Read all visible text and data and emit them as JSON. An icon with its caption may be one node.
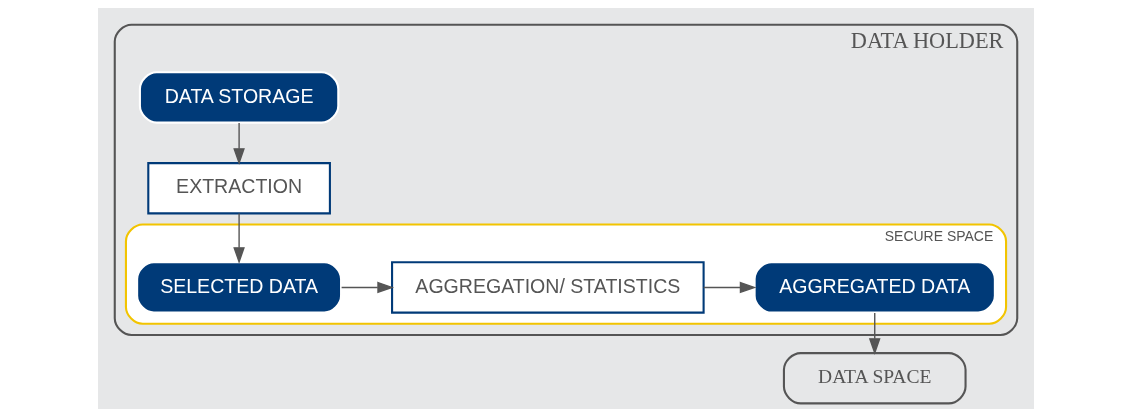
{
  "diagram": {
    "nodes": [
      {
        "text": [
          "DATA HOLDER"
        ]
      },
      {
        "text": [
          "DATA STORAGE"
        ],
        "in": 0
      },
      {
        "text": [
          "EXTRACTION"
        ],
        "in": 0
      },
      {
        "text": [
          "SECURE SPACE"
        ],
        "in": 0
      },
      {
        "text": [
          "SELECTED DATA"
        ],
        "in": 3
      },
      {
        "text": [
          "AGGREGATION/ STATISTICS"
        ],
        "in": 3
      },
      {
        "text": [
          "AGGREGATED DATA"
        ],
        "in": 3
      },
      {
        "text": [
          "DATA SPACE"
        ]
      }
    ],
    "edges": [
      {
        "from": 1,
        "to": 2,
        "arrow": "to"
      },
      {
        "from": 2,
        "to": 4,
        "arrow": "to"
      },
      {
        "from": 4,
        "to": 5,
        "arrow": "to"
      },
      {
        "from": 5,
        "to": 6,
        "arrow": "to"
      },
      {
        "from": 6,
        "to": 7,
        "arrow": "to"
      }
    ]
  }
}
